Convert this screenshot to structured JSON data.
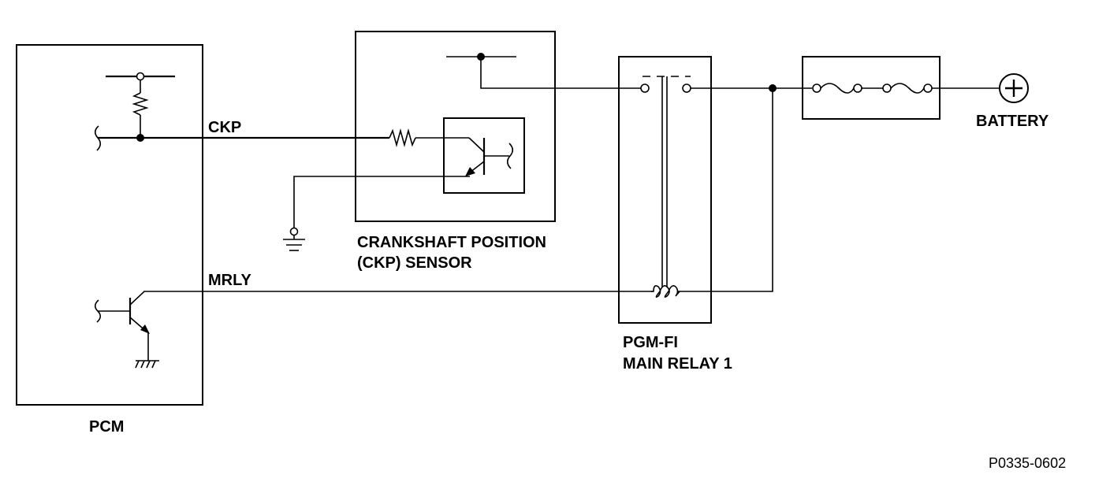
{
  "components": {
    "pcm": "PCM",
    "ckp_sensor": [
      "CRANKSHAFT POSITION",
      "(CKP) SENSOR"
    ],
    "main_relay": [
      "PGM-FI",
      "MAIN RELAY 1"
    ],
    "battery": "BATTERY"
  },
  "signals": {
    "ckp": "CKP",
    "mrly": "MRLY"
  },
  "figure_id": "P0335-0602"
}
